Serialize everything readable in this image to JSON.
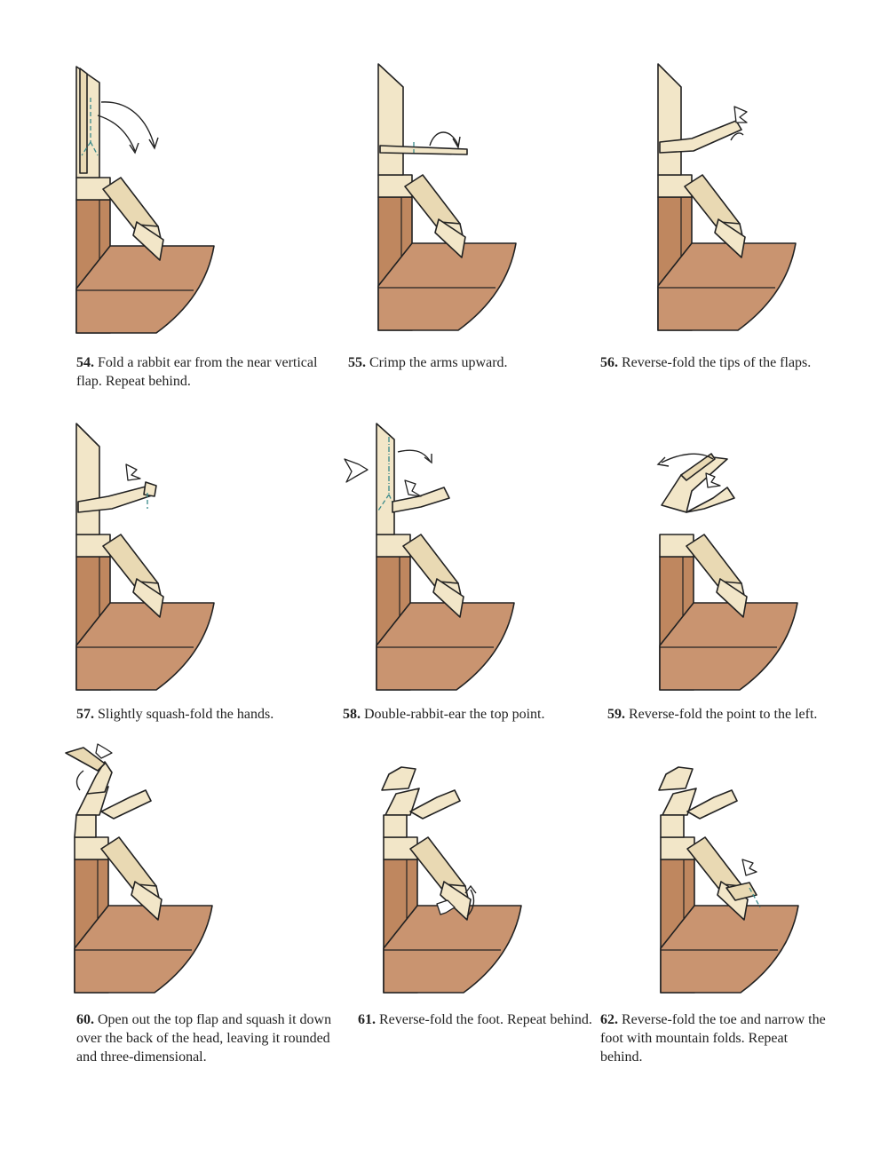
{
  "steps": [
    {
      "num": "54.",
      "text": "Fold a rabbit ear from the near vertical flap. Repeat behind."
    },
    {
      "num": "55.",
      "text": "Crimp the arms upward."
    },
    {
      "num": "56.",
      "text": "Reverse-fold the tips of the flaps."
    },
    {
      "num": "57.",
      "text": "Slightly squash-fold the hands."
    },
    {
      "num": "58.",
      "text": "Double-rabbit-ear the top point."
    },
    {
      "num": "59.",
      "text": "Reverse-fold the point to the left."
    },
    {
      "num": "60.",
      "text": "Open out the top flap and squash it down over the back of the head, leaving it rounded and three-dimensional."
    },
    {
      "num": "61.",
      "text": "Reverse-fold the foot. Repeat behind."
    },
    {
      "num": "62.",
      "text": "Reverse-fold the toe and narrow the foot with mountain folds. Repeat behind."
    }
  ],
  "colors": {
    "paper_light": "#f2e6c8",
    "paper_brown": "#bf875f",
    "fold_line": "#3a8a8a"
  }
}
